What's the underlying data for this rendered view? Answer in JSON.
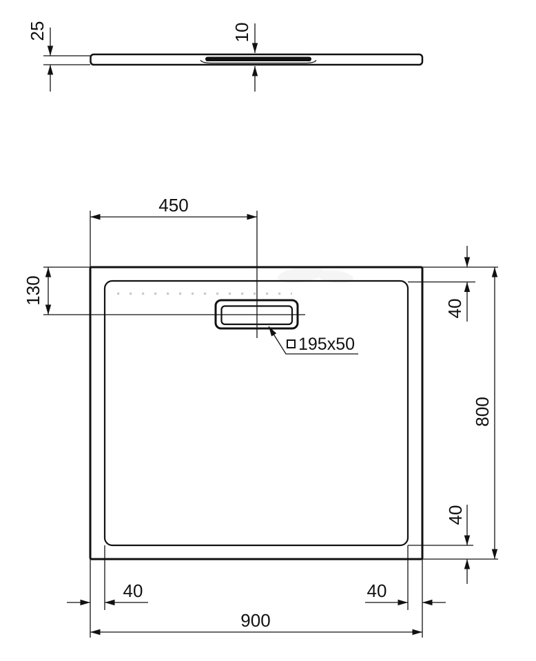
{
  "drawing_type": "shower-tray-dimension-drawing",
  "colors": {
    "line": "#111111",
    "texture_dot": "#c9c9c9",
    "background": "#ffffff"
  },
  "profile_view": {
    "tray_height_dim": "25",
    "drain_recess_depth_dim": "10"
  },
  "plan_view": {
    "drain_center_from_left_dim": "450",
    "drain_center_from_top_dim": "130",
    "top_rim_dim": "40",
    "depth_dim": "800",
    "bottom_rim_dim": "40",
    "left_rim_dim": "40",
    "right_rim_dim": "40",
    "width_dim": "900",
    "drain_callout": {
      "symbol": "square",
      "size_label": "195x50"
    }
  }
}
